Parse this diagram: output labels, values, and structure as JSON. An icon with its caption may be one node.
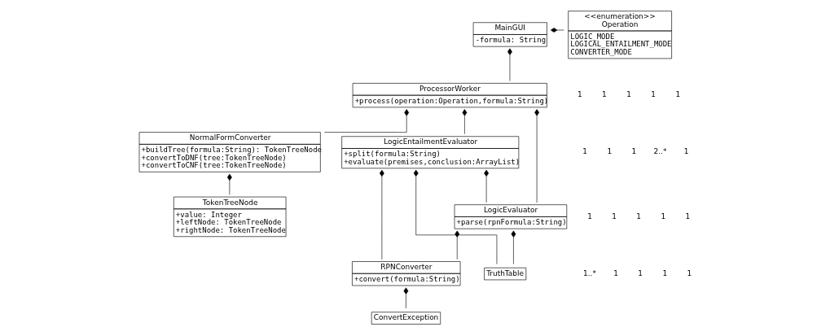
{
  "diagram": {
    "nodes": [
      {
        "text": [
          "MainGUI",
          "-formula: String"
        ]
      },
      {
        "text": [
          "<<enumeration>>",
          "Operation",
          "LOGIC_MODE",
          "LOGICAL_ENTAILMENT_MODE",
          "CONVERTER_MODE"
        ]
      },
      {
        "text": [
          "ProcessorWorker",
          "+process(operation:Operation,formula:String)"
        ]
      },
      {
        "text": [
          "NormalFormConverter",
          "+buildTree(formula:String): TokenTreeNode",
          "+convertToDNF(tree:TokenTreeNode)",
          "+convertToCNF(tree:TokenTreeNode)"
        ]
      },
      {
        "text": [
          "LogicEntailmentEvaluator",
          "+split(formula:String)",
          "+evaluate(premises,conclusion:ArrayList)"
        ]
      },
      {
        "text": [
          "LogicEvaluator",
          "+parse(rpnFormula:String)"
        ]
      },
      {
        "text": [
          "TokenTreeNode",
          "+value: Integer",
          "+leftNode: TokenTreeNode",
          "+rightNode: TokenTreeNode"
        ]
      },
      {
        "text": [
          "TruthTable"
        ]
      },
      {
        "text": [
          "RPNConverter",
          "+convert(formula:String)"
        ]
      },
      {
        "text": [
          "ConvertException"
        ]
      }
    ],
    "edges": [
      {
        "from": 0,
        "to": 1,
        "arrow": "other"
      },
      {
        "from": 0,
        "to": 2,
        "arrow": "other"
      },
      {
        "from": 2,
        "to": 3,
        "arrow": "other"
      },
      {
        "from": 2,
        "to": 4,
        "arrow": "other"
      },
      {
        "from": 2,
        "to": 5,
        "arrow": "other"
      },
      {
        "from": 4,
        "to": 5,
        "arrow": "other"
      },
      {
        "from": 3,
        "to": 6,
        "arrow": "other"
      },
      {
        "from": 4,
        "to": 7,
        "arrow": "other"
      },
      {
        "from": 4,
        "to": 8,
        "arrow": "other"
      },
      {
        "from": 5,
        "to": 7,
        "arrow": "other"
      },
      {
        "from": 5,
        "to": 8,
        "arrow": "other"
      },
      {
        "from": 8,
        "to": 9,
        "arrow": "other"
      }
    ],
    "labels": [
      "1",
      "1",
      "1",
      "1",
      "1",
      "1",
      "1",
      "1",
      "2..*",
      "1",
      "1",
      "1",
      "1",
      "1",
      "1",
      "1..*",
      "1",
      "1",
      "1",
      "1"
    ]
  }
}
